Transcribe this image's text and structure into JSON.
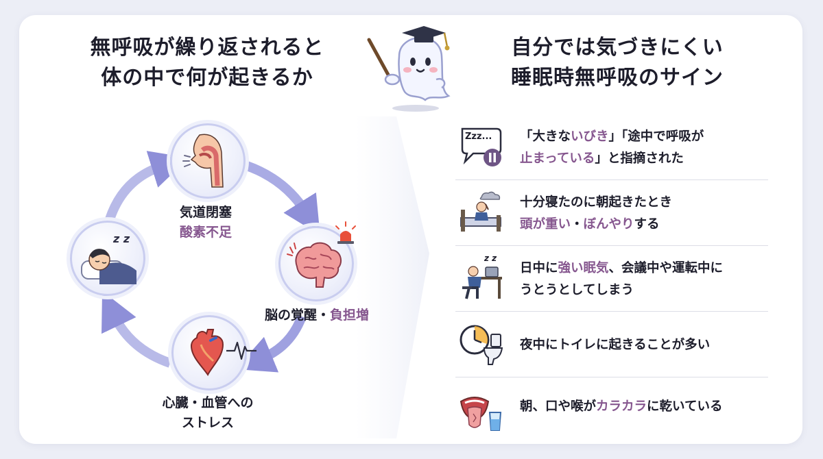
{
  "left_title": {
    "line1": "無呼吸が繰り返されると",
    "line2": "体の中で何が起きるか"
  },
  "right_title": {
    "line1": "自分では気づきにくい",
    "line2": "睡眠時無呼吸のサイン"
  },
  "mascot": {
    "icon": "ghost-professor-icon"
  },
  "cycle": {
    "airway": {
      "line1": "気道閉塞",
      "line2": "酸素不足",
      "icon": "airway-cross-section-icon"
    },
    "brain": {
      "line1a": "脳の覚醒・",
      "line1b": "負担増",
      "icon": "brain-alarm-icon"
    },
    "heart": {
      "line1": "心臓・血管への",
      "line2": "ストレス",
      "icon": "heart-ecg-icon"
    },
    "sleep": {
      "icon": "sleeping-person-icon",
      "zzz": "z z"
    }
  },
  "signs": [
    {
      "icon": "snore-pause-icon",
      "bubble": "Zzz...",
      "l1a": "「大きな",
      "l1b": "いびき",
      "l1c": "」「途中で呼吸が",
      "l2a": "止まっている",
      "l2b": "」と指摘された"
    },
    {
      "icon": "tired-morning-bed-icon",
      "l1": "十分寝たのに朝起きたとき",
      "l2a": "頭が重い",
      "l2b": "・",
      "l2c": "ぼんやり",
      "l2d": "する"
    },
    {
      "icon": "sleepy-desk-icon",
      "zzz": "z z",
      "l1a": "日中に",
      "l1b": "強い眠気",
      "l1c": "、会議中や運転中に",
      "l2": "うとうとしてしまう"
    },
    {
      "icon": "clock-toilet-icon",
      "l1": "夜中にトイレに起きることが多い"
    },
    {
      "icon": "dry-mouth-water-icon",
      "l1a": "朝、口や喉が",
      "l1b": "カラカラ",
      "l1c": "に乾いている"
    }
  ],
  "colors": {
    "accent_purple": "#86578f",
    "arrow": "#8e8fd8",
    "ring": "#c9cdef"
  }
}
